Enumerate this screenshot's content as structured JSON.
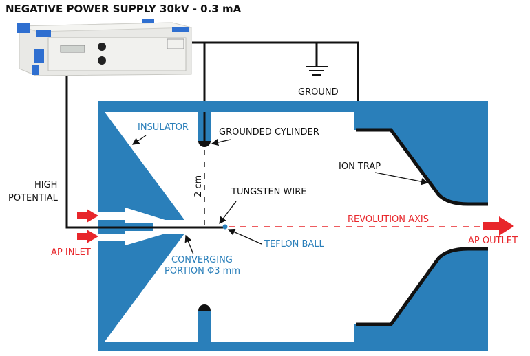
{
  "title": "NEGATIVE POWER SUPPLY 30kV - 0.3 mA",
  "labels": {
    "ground": "GROUND",
    "insulator": "INSULATOR",
    "grounded_cylinder": "GROUNDED CYLINDER",
    "ion_trap": "ION TRAP",
    "high": "HIGH",
    "potential": "POTENTIAL",
    "distance": "2 cm",
    "tungsten_wire": "TUNGSTEN WIRE",
    "revolution_axis": "REVOLUTION AXIS",
    "ap_inlet": "AP INLET",
    "ap_outlet": "AP OUTLET",
    "teflon_ball": "TEFLON BALL",
    "converging_1": "CONVERGING",
    "converging_2": "PORTION Φ3 mm"
  },
  "colors": {
    "body": "#2a7fba",
    "flow": "#e8262b",
    "wire": "#111111"
  }
}
